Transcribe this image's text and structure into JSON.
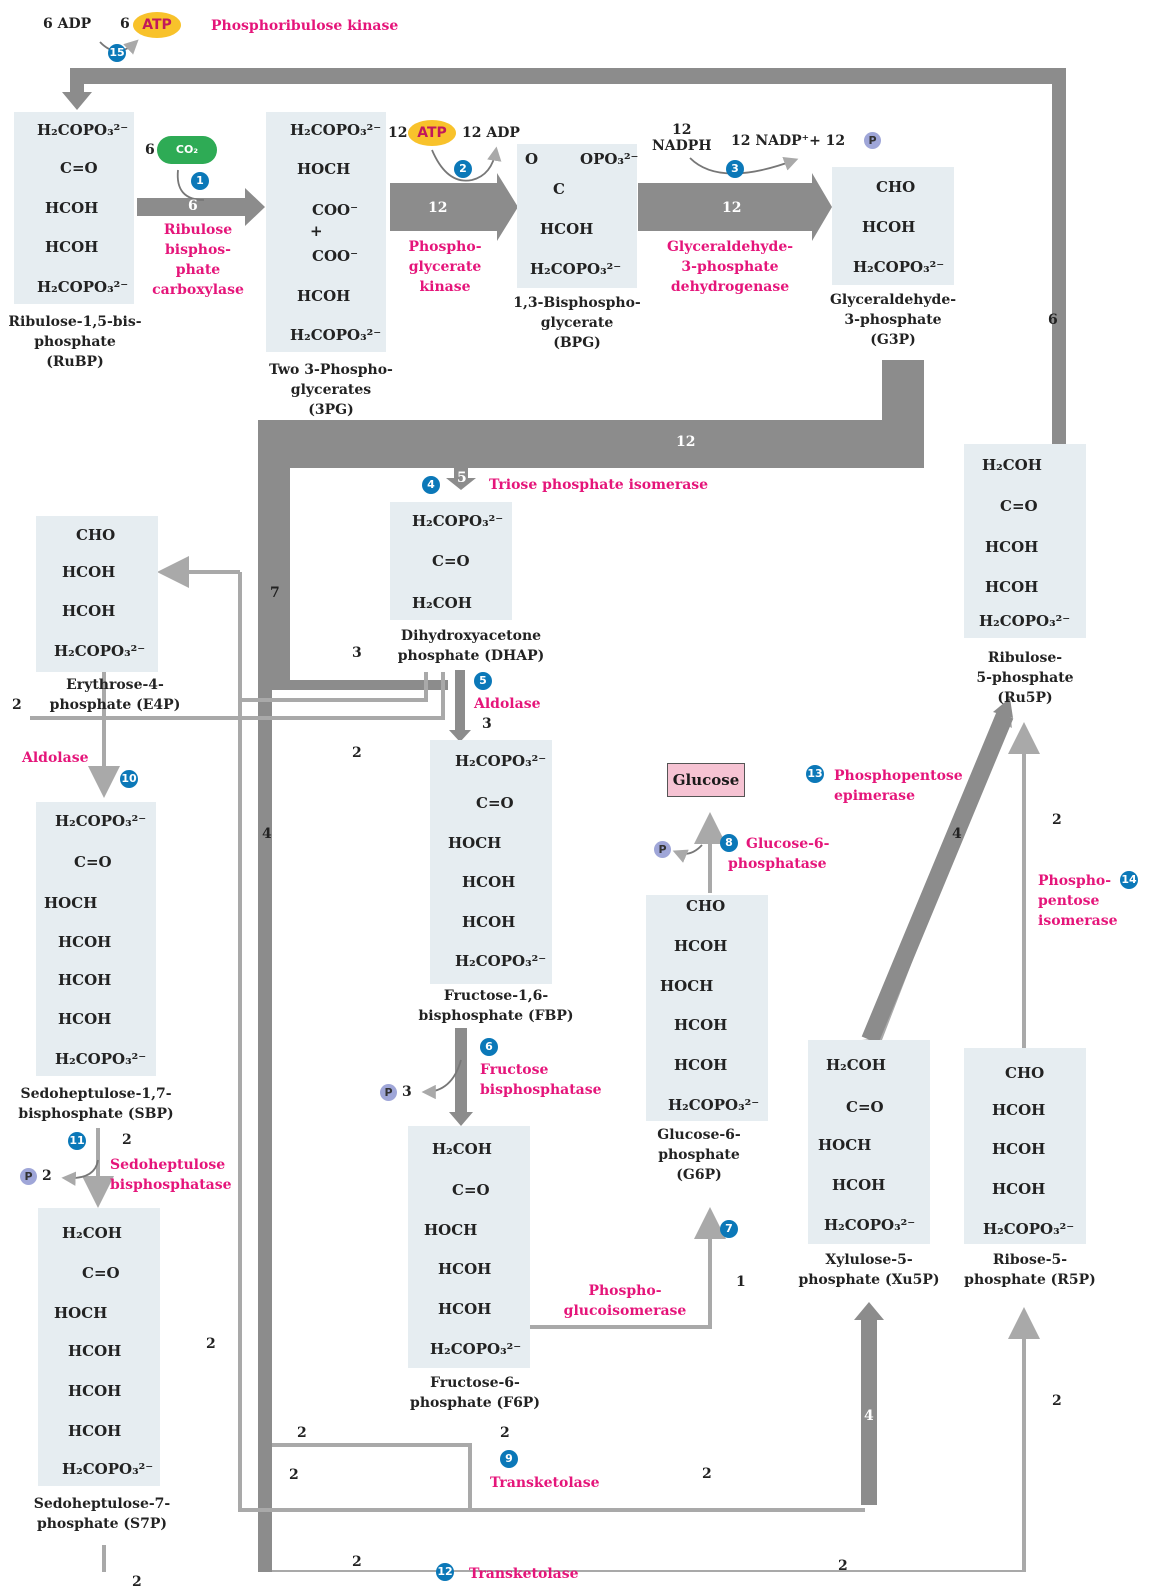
{
  "colors": {
    "arrow_dark": "#8c8c8c",
    "arrow_light": "#a9a9a9",
    "molecule_bg": "#e6edf1",
    "enzyme_text": "#e5157a",
    "step_badge": "#0b78b8",
    "atp_fill": "#f8c22b",
    "co2_fill": "#2eab55",
    "glucose_fill": "#f6c3d3",
    "phosphate_fill": "#9fa6d8"
  },
  "molecules": {
    "rubp": {
      "lines": [
        "H₂COPO₃²⁻",
        "C=O",
        "HCOH",
        "HCOH",
        "H₂COPO₃²⁻"
      ],
      "name": [
        "Ribulose-1,5-bis-",
        "phosphate",
        "(RuBP)"
      ]
    },
    "pg3": {
      "lines": [
        "H₂COPO₃²⁻",
        "HOCH",
        "COO⁻",
        "+",
        "COO⁻",
        "HCOH",
        "H₂COPO₃²⁻"
      ],
      "name": [
        "Two 3-Phospho-",
        "glycerates",
        "(3PG)"
      ]
    },
    "bpg": {
      "lines": [
        "O",
        "OPO₃²⁻",
        "C",
        "HCOH",
        "H₂COPO₃²⁻"
      ],
      "name": [
        "1,3-Bisphospho-",
        "glycerate",
        "(BPG)"
      ]
    },
    "g3p": {
      "lines": [
        "CHO",
        "HCOH",
        "H₂COPO₃²⁻"
      ],
      "name": [
        "Glyceraldehyde-",
        "3-phosphate",
        "(G3P)"
      ]
    },
    "ru5p": {
      "lines": [
        "H₂COH",
        "C=O",
        "HCOH",
        "HCOH",
        "H₂COPO₃²⁻"
      ],
      "name": [
        "Ribulose-",
        "5-phosphate",
        "(Ru5P)"
      ]
    },
    "dhap": {
      "lines": [
        "H₂COPO₃²⁻",
        "C=O",
        "H₂COH"
      ],
      "name": [
        "Dihydroxyacetone",
        "phosphate (DHAP)"
      ]
    },
    "e4p": {
      "lines": [
        "CHO",
        "HCOH",
        "HCOH",
        "H₂COPO₃²⁻"
      ],
      "name": [
        "Erythrose-4-",
        "phosphate (E4P)"
      ]
    },
    "fbp": {
      "lines": [
        "H₂COPO₃²⁻",
        "C=O",
        "HOCH",
        "HCOH",
        "HCOH",
        "H₂COPO₃²⁻"
      ],
      "name": [
        "Fructose-1,6-",
        "bisphosphate (FBP)"
      ]
    },
    "sbp": {
      "lines": [
        "H₂COPO₃²⁻",
        "C=O",
        "HOCH",
        "HCOH",
        "HCOH",
        "HCOH",
        "H₂COPO₃²⁻"
      ],
      "name": [
        "Sedoheptulose-1,7-",
        "bisphosphate (SBP)"
      ]
    },
    "g6p": {
      "lines": [
        "CHO",
        "HCOH",
        "HOCH",
        "HCOH",
        "HCOH",
        "H₂COPO₃²⁻"
      ],
      "name": [
        "Glucose-6-",
        "phosphate",
        "(G6P)"
      ]
    },
    "f6p": {
      "lines": [
        "H₂COH",
        "C=O",
        "HOCH",
        "HCOH",
        "HCOH",
        "H₂COPO₃²⁻"
      ],
      "name": [
        "Fructose-6-",
        "phosphate (F6P)"
      ]
    },
    "s7p": {
      "lines": [
        "H₂COH",
        "C=O",
        "HOCH",
        "HCOH",
        "HCOH",
        "HCOH",
        "H₂COPO₃²⁻"
      ],
      "name": [
        "Sedoheptulose-7-",
        "phosphate (S7P)"
      ]
    },
    "xu5p": {
      "lines": [
        "H₂COH",
        "C=O",
        "HOCH",
        "HCOH",
        "H₂COPO₃²⁻"
      ],
      "name": [
        "Xylulose-5-",
        "phosphate (Xu5P)"
      ]
    },
    "r5p": {
      "lines": [
        "CHO",
        "HCOH",
        "HCOH",
        "HCOH",
        "H₂COPO₃²⁻"
      ],
      "name": [
        "Ribose-5-",
        "phosphate (R5P)"
      ]
    }
  },
  "enzymes": {
    "e1": [
      "Ribulose",
      "bisphos-",
      "phate",
      "carboxylase"
    ],
    "e2": [
      "Phospho-",
      "glycerate",
      "kinase"
    ],
    "e3": [
      "Glyceraldehyde-",
      "3-phosphate",
      "dehydrogenase"
    ],
    "e5": [
      "Triose phosphate isomerase"
    ],
    "e6": [
      "Aldolase"
    ],
    "e7": [
      "Fructose",
      "bisphosphatase"
    ],
    "e8": [
      "Glucose-6-",
      "phosphatase"
    ],
    "e9": [
      "Phospho-",
      "glucoisomerase"
    ],
    "e10": [
      "Aldolase"
    ],
    "e11": [
      "Sedoheptulose",
      "bisphosphatase"
    ],
    "e12": [
      "Transketolase"
    ],
    "e13": [
      "Transketolase"
    ],
    "e14": [
      "Phosphopentose",
      "epimerase"
    ],
    "e15": [
      "Phospho-",
      "pentose",
      "isomerase"
    ],
    "e16": [
      "Phosphoribulose kinase"
    ]
  },
  "steps": [
    "1",
    "2",
    "3",
    "4",
    "5",
    "6",
    "7",
    "8",
    "9",
    "10",
    "11",
    "12",
    "13",
    "14",
    "15"
  ],
  "cofactors": {
    "adp_top": "6 ADP",
    "atp_top_num": "6",
    "atp": "ATP",
    "co2_num": "6",
    "co2": "CO₂",
    "atp12": "12",
    "adp12": "12 ADP",
    "nadph": [
      "12",
      "NADPH"
    ],
    "nadp": "12 NADP⁺+ 12",
    "pi": "P",
    "glucose": "Glucose",
    "pi3": "3",
    "pi2": "2"
  },
  "flow_numbers": {
    "a6": "6",
    "a12a": "12",
    "a12b": "12",
    "right6": "6",
    "h12": "12",
    "v7": "7",
    "v4": "4",
    "n5": "5",
    "n3a": "3",
    "n3b": "3",
    "n2a": "2",
    "n2b": "2",
    "n2c": "2",
    "n2d": "2",
    "n2e": "2",
    "n2f": "2",
    "n2g": "2",
    "n2h": "2",
    "n2i": "2",
    "n2j": "2",
    "n2k": "2",
    "n2l": "2",
    "n2m": "2",
    "n1": "1",
    "n4a": "4",
    "n4b": "4"
  }
}
